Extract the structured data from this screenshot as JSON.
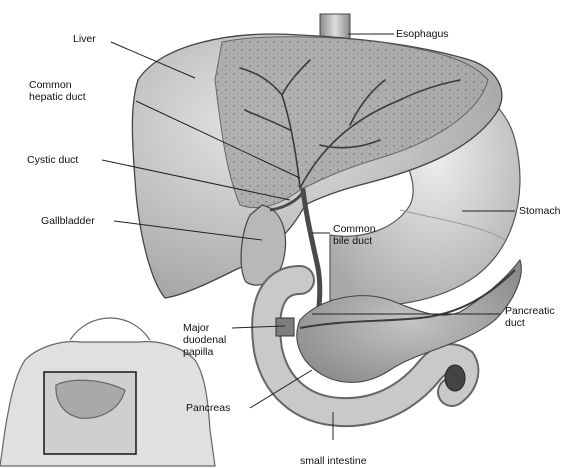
{
  "labels": {
    "liver": "Liver",
    "esophagus": "Esophagus",
    "common_hepatic_duct": "Common\nhepatic duct",
    "cystic_duct": "Cystic duct",
    "stomach": "Stomach",
    "gallbladder": "Gallbladder",
    "common_bile_duct": "Common\nbile duct",
    "pancreatic_duct": "Pancreatic\nduct",
    "major_duodenal_papilla": "Major\nduodenal\npapilla",
    "pancreas": "Pancreas",
    "small_intestine": "small intestine"
  },
  "colors": {
    "liver_fill": "#cfcfcf",
    "liver_cut_surface": "#9a9a9a",
    "duct": "#555555",
    "stomach_fill": "#dadada",
    "line": "#222222"
  }
}
